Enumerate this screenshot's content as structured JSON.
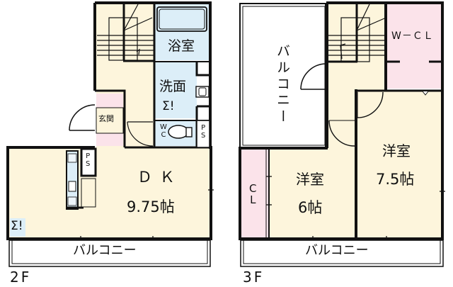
{
  "colors": {
    "wall": "#111111",
    "floor_wood": "#fdf5dc",
    "wet_area": "#dceef8",
    "closet": "#fbe3ea",
    "balcony": "#ffffff"
  },
  "floor2": {
    "label": "2F",
    "rooms": {
      "bath": "浴室",
      "washroom": "洗面",
      "entrance": "玄関",
      "wc_top": "W",
      "wc_bottom": "C",
      "ps1_top": "P",
      "ps1_bottom": "S",
      "ps2_top": "P",
      "ps2_bottom": "S",
      "dk_name": "Ｄ Ｋ",
      "dk_size": "9.75帖",
      "balcony": "バルコニー",
      "fridge_mark": "Σ!",
      "washer_mark": "Σ!"
    }
  },
  "floor3": {
    "label": "3F",
    "rooms": {
      "side_balcony": "バルコニー",
      "wcl": "W－ＣＬ",
      "closet_top": "C",
      "closet_bottom": "L",
      "room6_name": "洋室",
      "room6_size": "6帖",
      "room75_name": "洋室",
      "room75_size": "7.5帖",
      "balcony": "バルコニー"
    }
  }
}
